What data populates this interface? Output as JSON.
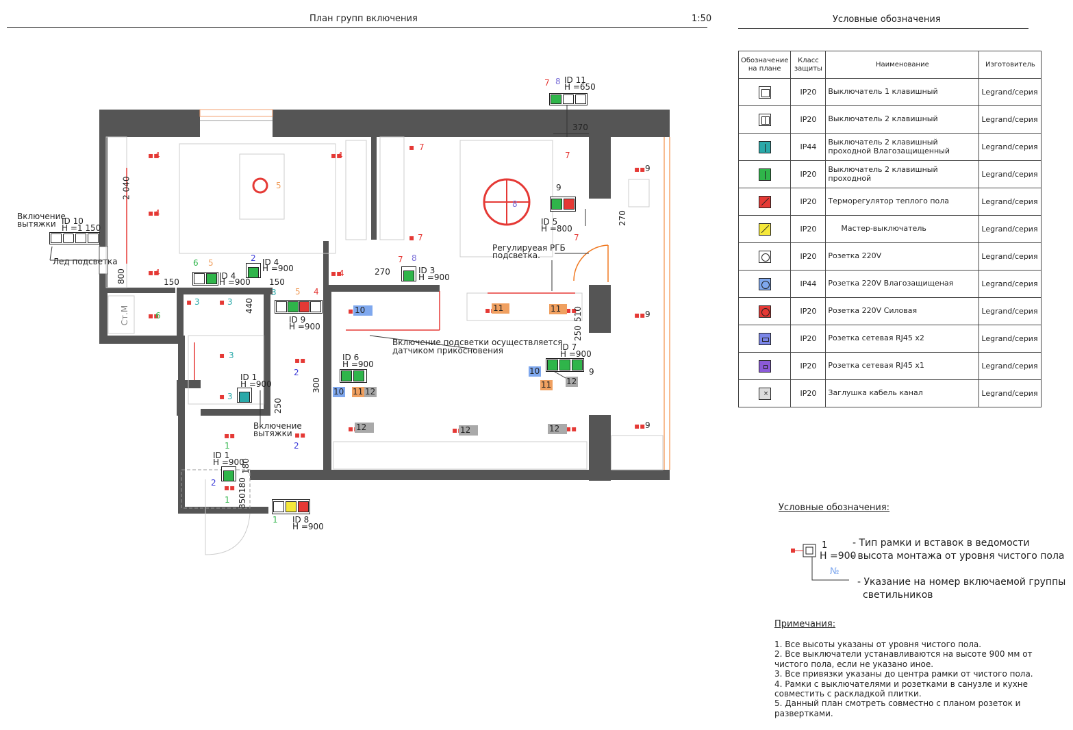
{
  "plan": {
    "title": "План групп включения",
    "scale": "1:50"
  },
  "legend": {
    "title": "Условные обозначения",
    "headers": [
      "Обозначение на плане",
      "Класс защиты",
      "Наименование",
      "Изготовитель"
    ],
    "rows": [
      {
        "symbol": "switch-1-icon",
        "ip": "IP20",
        "name": "Выключатель 1 клавишный",
        "maker": "Legrand/серия"
      },
      {
        "symbol": "switch-2-icon",
        "ip": "IP20",
        "name": "Выключатель 2 клавишный",
        "maker": "Legrand/серия"
      },
      {
        "symbol": "switch-pass-wet-icon",
        "ip": "IP44",
        "name": "Выключатель 2 клавишный проходной Влагозащищенный",
        "maker": "Legrand/серия"
      },
      {
        "symbol": "switch-pass-icon",
        "ip": "IP20",
        "name": "Выключатель 2 клавишный проходной",
        "maker": "Legrand/серия"
      },
      {
        "symbol": "thermostat-icon",
        "ip": "IP20",
        "name": "Терморегулятор теплого пола",
        "maker": "Legrand/серия"
      },
      {
        "symbol": "master-switch-icon",
        "ip": "IP20",
        "name": "Мастер-выключатель",
        "maker": "Legrand/серия"
      },
      {
        "symbol": "socket-icon",
        "ip": "IP20",
        "name": "Розетка 220V",
        "maker": "Legrand/серия"
      },
      {
        "symbol": "socket-wet-icon",
        "ip": "IP44",
        "name": "Розетка 220V  Влагозащищеная",
        "maker": "Legrand/серия"
      },
      {
        "symbol": "socket-power-icon",
        "ip": "IP20",
        "name": "Розетка 220V  Силовая",
        "maker": "Legrand/серия"
      },
      {
        "symbol": "rj45-x2-icon",
        "ip": "IP20",
        "name": "Розетка сетевая RJ45 x2",
        "maker": "Legrand/серия"
      },
      {
        "symbol": "rj45-x1-icon",
        "ip": "IP20",
        "name": "Розетка сетевая RJ45 x1",
        "maker": "Legrand/серия"
      },
      {
        "symbol": "cable-plug-icon",
        "ip": "IP20",
        "name": "Заглушка кабель канал",
        "maker": "Legrand/серия"
      }
    ]
  },
  "key": {
    "title": "Условные обозначения:",
    "sample_type": "1",
    "sample_height": "H =900",
    "sample_no": "№",
    "line1": "- Тип рамки и вставок в ведомости",
    "line2": "- высота монтажа от уровня чистого пола",
    "line3a": "- Указание на номер включаемой группы",
    "line3b": "светильников"
  },
  "notes": {
    "title": "Примечания:",
    "items": [
      "1. Все высоты указаны от уровня чистого пола.",
      "2. Все выключатели устанавливаются на высоте 900 мм от",
      "чистого пола, если не указано иное.",
      "3. Все привязки указаны до центра рамки от чистого пола.",
      "4. Рамки с выключателями и розетками в санузле и кухне",
      "совместить с раскладкой плитки.",
      "5. Данный план смотреть совместно с планом розеток и",
      "развертками."
    ]
  },
  "annotations": {
    "vent1_a": "Включение",
    "vent1_b": "вытяжки",
    "id10": "ID 10",
    "id10_h": "H =1 150",
    "led": "Лед подсветка",
    "id11": "ID 11",
    "id11_h": "H =650",
    "id11_a": "7",
    "id11_b": "8",
    "d370": "370",
    "d2040": "2 040",
    "d800": "800",
    "id4a": "ID 4",
    "id4a_h": "H =900",
    "id4a_g1": "6",
    "id4a_g2": "5",
    "id4b": "ID 4",
    "id4b_h": "H =900",
    "id4b_g": "2",
    "d150a": "150",
    "d150b": "150",
    "d440": "440",
    "id9": "ID 9",
    "id9_h": "H =900",
    "id9_g3": "3",
    "id9_g5": "5",
    "id9_g4": "4",
    "d270a": "270",
    "id3": "ID 3",
    "id3_h": "H =900",
    "id3_g7": "7",
    "id3_g8": "8",
    "rgb_a": "Регулируеая РГБ",
    "rgb_b": "подсветка.",
    "id5": "ID 5",
    "id5_h": "H =800",
    "id5_g": "9",
    "d270b": "270",
    "touch_a": "Включение подсветки осуществляется",
    "touch_b": "датчиком прикосновения",
    "id6": "ID 6",
    "id6_h": "H =900",
    "d300": "300",
    "d510": "510",
    "d250a": "250",
    "id7": "ID 7",
    "id7_h": "H =900",
    "id7_g": "9",
    "id1a": "ID 1",
    "id1a_h": "H =900",
    "d250b": "250",
    "vent2_a": "Включение",
    "vent2_b": "вытяжки",
    "id1b": "ID 1",
    "id1b_h": "H =900",
    "id1b_g": "2",
    "d180a": "180",
    "d180b": "180",
    "d350": "350",
    "id8": "ID 8",
    "id8_h": "H =900",
    "id8_g": "1",
    "stm": "Ст.М"
  },
  "groups": {
    "g10": "10",
    "g11": "11",
    "g12": "12",
    "g1": "1",
    "g2": "2",
    "g3": "3",
    "g4": "4",
    "g5": "5",
    "g6": "6",
    "g7": "7",
    "g8": "8",
    "g9": "9"
  },
  "colors": {
    "wall": "#555555",
    "red": "#e53935",
    "green": "#2fb54a",
    "teal": "#2aa9a9",
    "blue_tag": "#7fa8ee",
    "orange_tag": "#f0a060",
    "grey_tag": "#a9a9a9",
    "orange_line": "#f07820"
  }
}
